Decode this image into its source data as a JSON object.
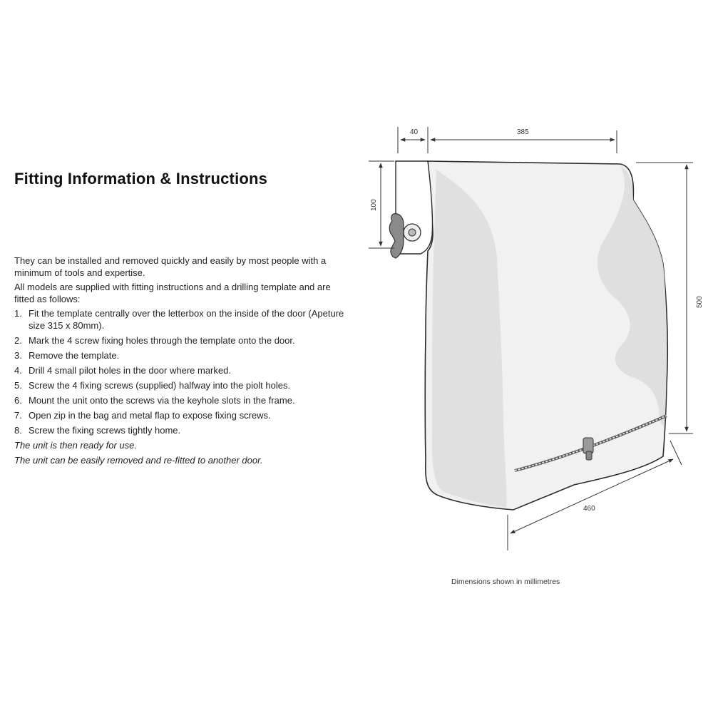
{
  "title": "Fitting Information & Instructions",
  "intro": [
    "They can be installed and removed quickly and easily by most people with a minimum of tools and expertise.",
    "All models are supplied with fitting instructions and a drilling template and are fitted as follows:"
  ],
  "steps": [
    {
      "num": "1.",
      "text": "Fit the template centrally over the letterbox on the inside of the door (Apeture size 315 x 80mm)."
    },
    {
      "num": "2.",
      "text": "Mark the 4 screw fixing holes through the template onto the door."
    },
    {
      "num": "3.",
      "text": "Remove the template."
    },
    {
      "num": "4.",
      "text": "Drill 4 small pilot holes in the door where marked."
    },
    {
      "num": "5.",
      "text": "Screw the 4 fixing screws (supplied) halfway into the piolt holes."
    },
    {
      "num": "6.",
      "text": "Mount the unit onto the screws via the keyhole slots in the frame."
    },
    {
      "num": "7.",
      "text": "Open zip in the bag and metal flap to expose fixing screws."
    },
    {
      "num": "8.",
      "text": "Screw the fixing screws tightly home."
    }
  ],
  "notes": [
    "The unit is then ready for use.",
    "The unit can be easily removed and re-fitted to another door."
  ],
  "diagram": {
    "dims": {
      "frame_depth": "40",
      "top_width": "385",
      "frame_height": "100",
      "bag_height": "500",
      "bag_width": "460"
    },
    "caption": "Dimensions shown in millimetres"
  }
}
